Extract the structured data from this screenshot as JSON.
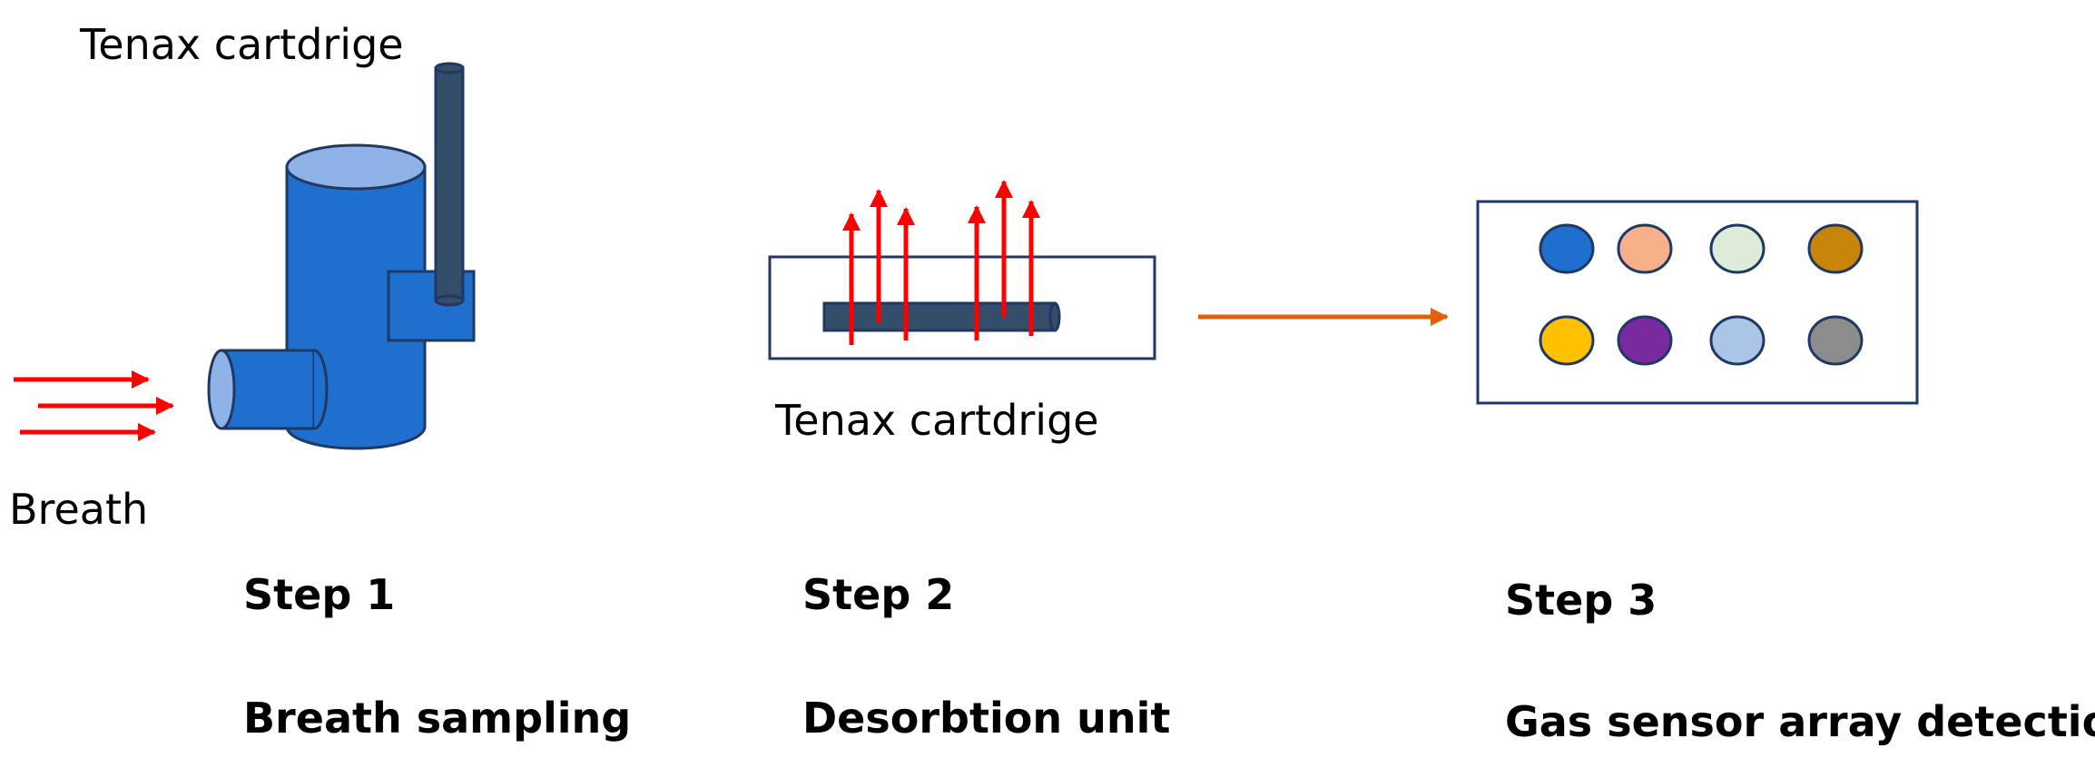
{
  "labels": {
    "cartridge_top": "Tenax cartdrige",
    "breath": "Breath",
    "cartridge_mid": "Tenax cartdrige"
  },
  "steps": [
    {
      "title": "Step 1",
      "desc": "Breath sampling"
    },
    {
      "title": "Step 2",
      "desc": "Desorbtion unit"
    },
    {
      "title": "Step 3",
      "desc": "Gas sensor array detection"
    }
  ],
  "colors": {
    "vessel": "#1f6fce",
    "vessel_top": "#8fb3e6",
    "cartridge": "#344d68",
    "heat_arrow": "#ff0000",
    "flow_arrow": "#e0600e",
    "frame": "#1f3864",
    "sensors": [
      "#1f6fce",
      "#f8b08a",
      "#dcecd8",
      "#c7860a",
      "#ffc000",
      "#7a2aa0",
      "#a9c6e6",
      "#8c8c8c"
    ]
  }
}
